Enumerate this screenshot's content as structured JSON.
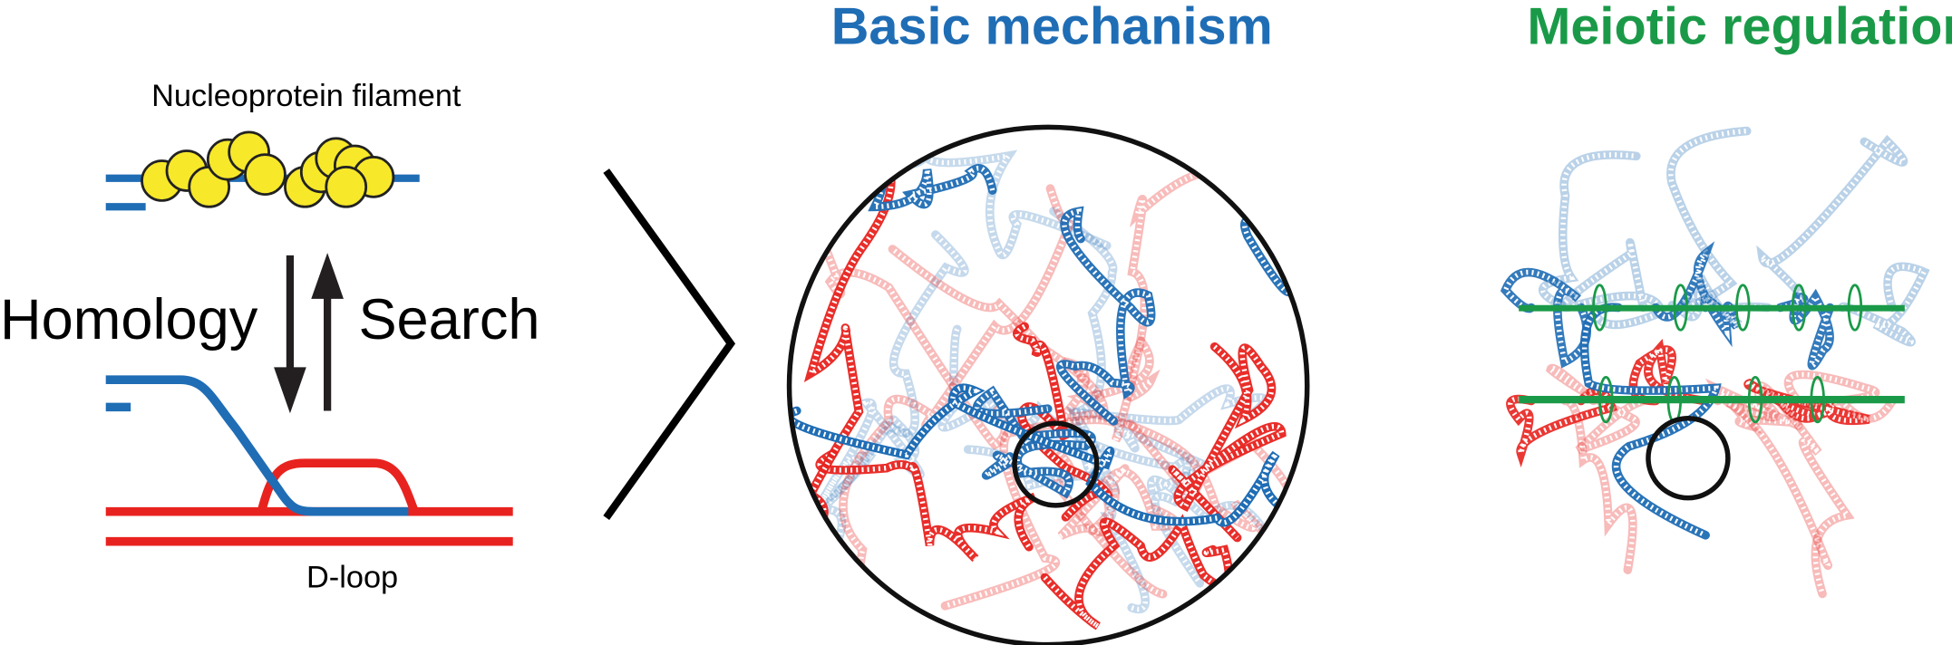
{
  "left_panel": {
    "filament_label": "Nucleoprotein filament",
    "homology_label": "Homology",
    "search_label": "Search",
    "dloop_label": "D-loop"
  },
  "middle_panel": {
    "title": "Basic mechanism"
  },
  "right_panel": {
    "title": "Meiotic regulations"
  },
  "colors": {
    "blue": "#1f6db5",
    "red": "#e8231f",
    "green": "#1a9a48",
    "yellow": "#f7e82a"
  }
}
